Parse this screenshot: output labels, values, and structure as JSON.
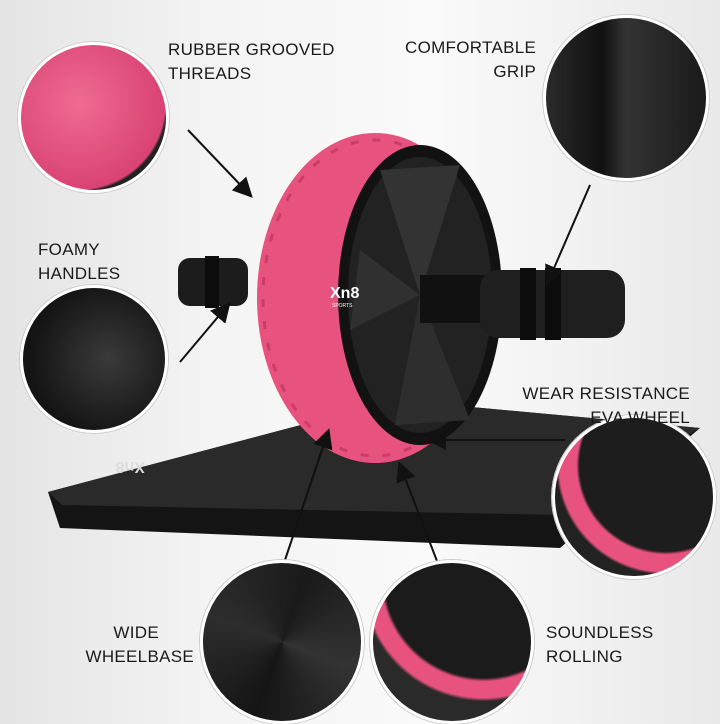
{
  "labels": {
    "rubber": {
      "line1": "RUBBER GROOVED",
      "line2": "THREADS"
    },
    "grip": {
      "line1": "COMFORTABLE",
      "line2": "GRIP"
    },
    "foamy": {
      "line1": "FOAMY",
      "line2": "HANDLES"
    },
    "wear": {
      "line1": "WEAR RESISTANCE",
      "line2": "EVA WHEEL"
    },
    "wide": {
      "line1": "WIDE",
      "line2": "WHEELBASE"
    },
    "soundless": {
      "line1": "SOUNDLESS",
      "line2": "ROLLING"
    }
  },
  "brand": {
    "logo": "Xn8",
    "sub": "SPORTS"
  },
  "colors": {
    "tire": "#e8527e",
    "hub": "#141414",
    "mat": "#1e1e1e"
  }
}
